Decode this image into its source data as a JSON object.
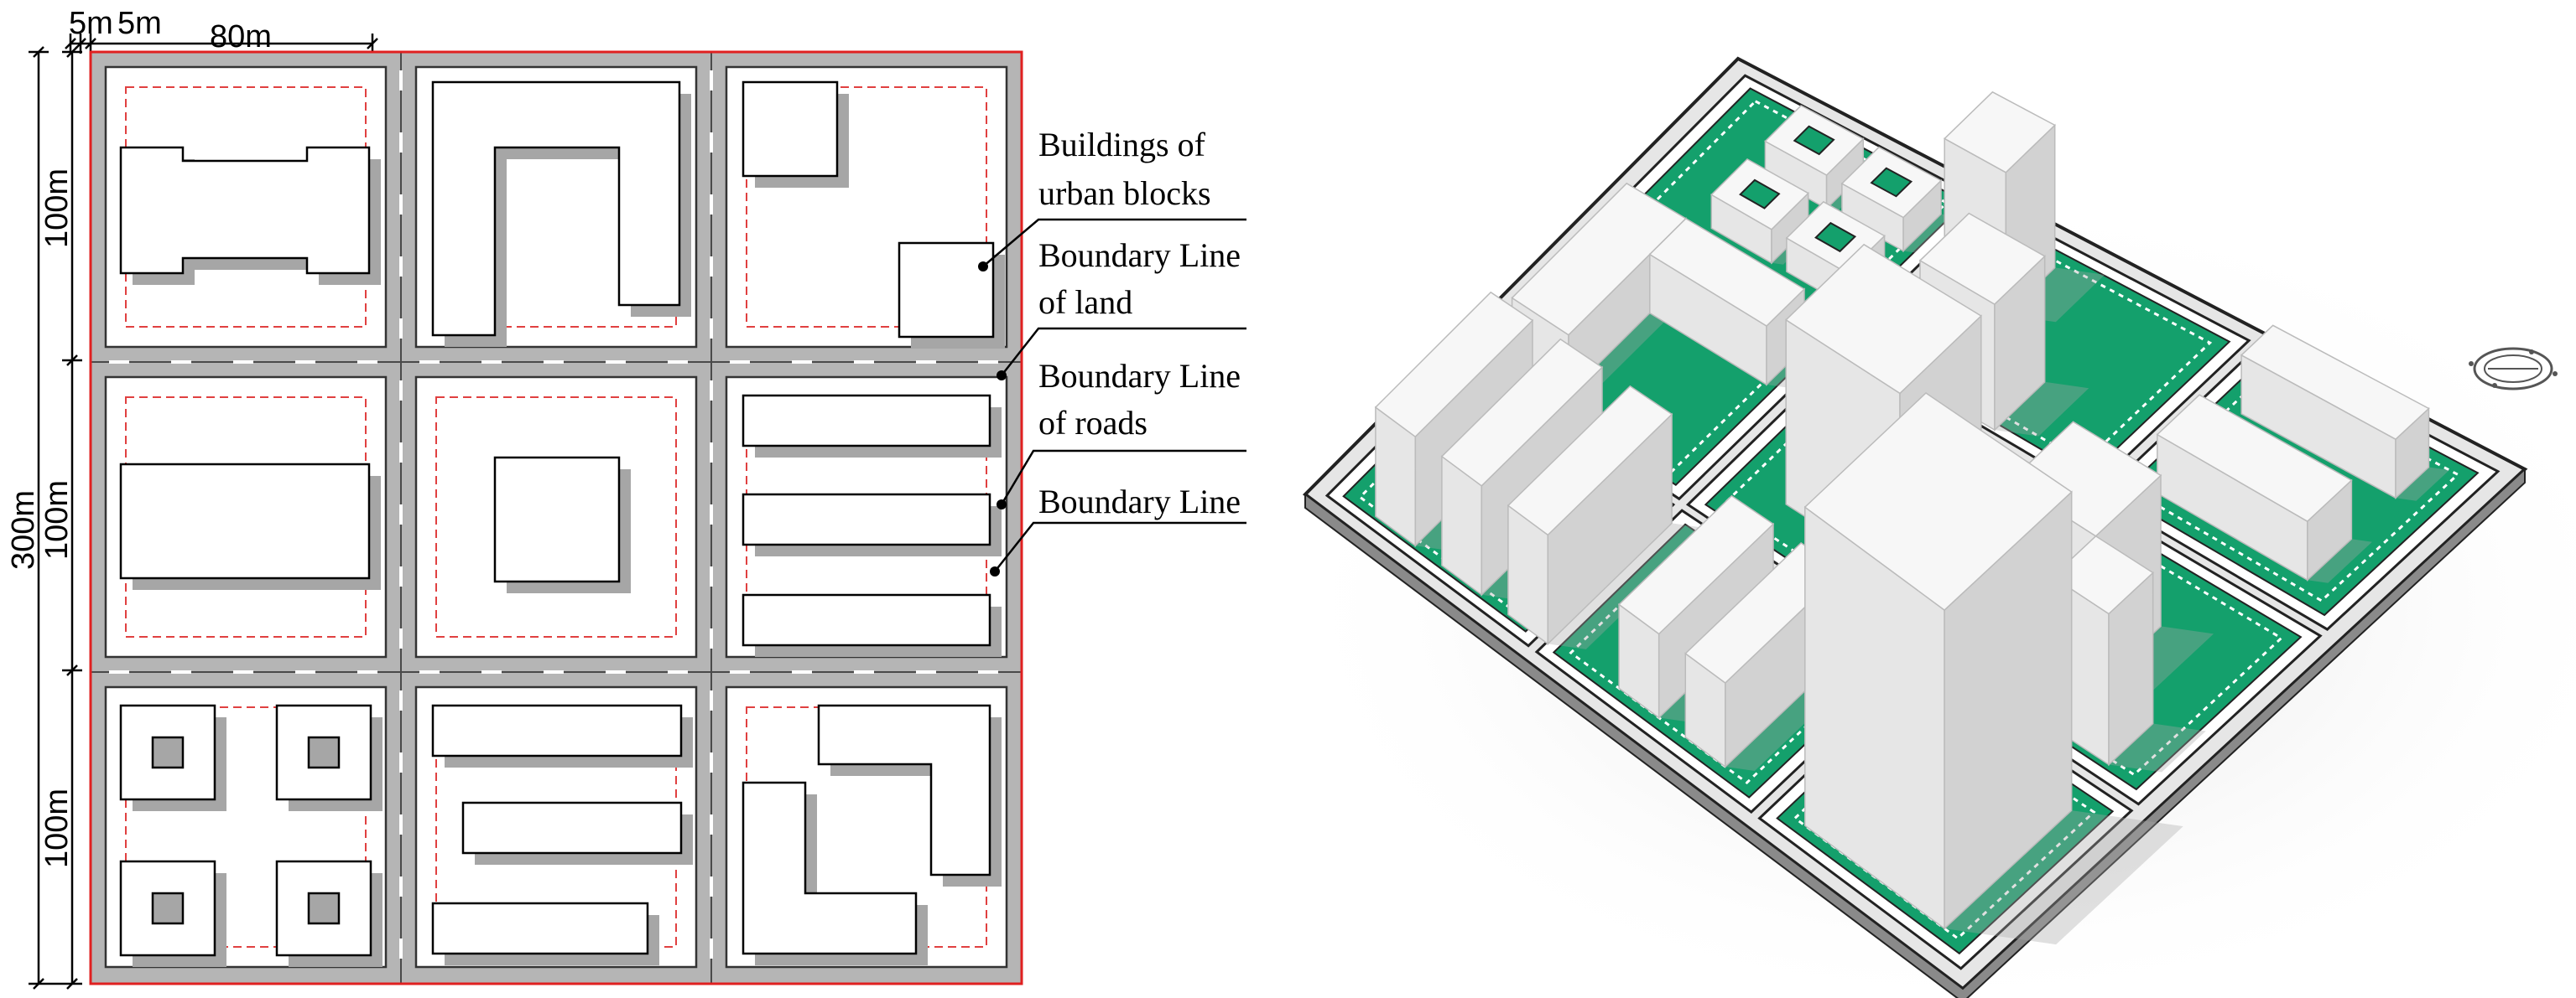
{
  "dimensions": {
    "road_width_a": "5m",
    "road_width_b": "5m",
    "block_width": "80m",
    "row_heights": [
      "100m",
      "100m",
      "100m"
    ],
    "total_height": "300m"
  },
  "legend": [
    {
      "id": "buildings",
      "lines": [
        "Buildings of",
        "urban blocks"
      ]
    },
    {
      "id": "land",
      "lines": [
        "Boundary Line",
        "of land"
      ]
    },
    {
      "id": "roads",
      "lines": [
        "Boundary Line",
        "of roads"
      ]
    },
    {
      "id": "boundary",
      "lines": [
        "Boundary Line"
      ]
    }
  ],
  "colors": {
    "road": "#b5b5b5",
    "site_border": "#e02020",
    "setback_line": "#e04040",
    "green_land": "#14a06c",
    "building_top": "#f7f7f7",
    "building_left": "#e6e6e6",
    "building_right": "#d2d2d2",
    "shadow": "#a6a6a6"
  },
  "icons": [
    "compass-icon"
  ]
}
